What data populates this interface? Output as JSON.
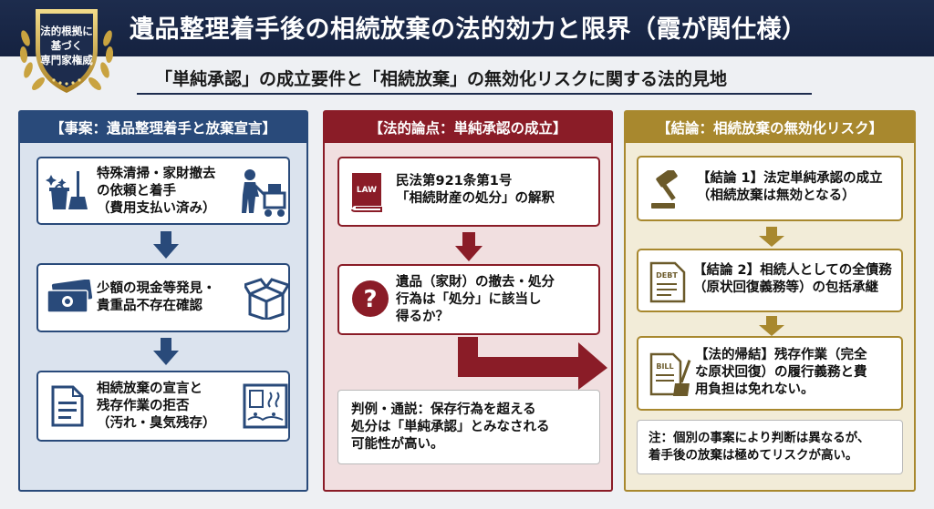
{
  "header": {
    "title": "遺品整理着手後の相続放棄の法的効力と限界（霞が関仕様）",
    "emblem_lines": [
      "法的根拠に",
      "基づく",
      "専門家権威"
    ]
  },
  "subtitle": "「単純承認」の成立要件と「相続放棄」の無効化リスクに関する法的見地",
  "colors": {
    "navy": "#1d2c4d",
    "blue": "#294a7a",
    "red": "#8a1c27",
    "gold": "#a8882e"
  },
  "panels": {
    "case": {
      "title": "【事案：遺品整理着手と放棄宣言】",
      "cards": [
        {
          "lines": [
            "特殊清掃・家財撤去",
            "の依頼と着手",
            "（費用支払い済み）"
          ],
          "icons": [
            "cleaning-tools-icon",
            "worker-cart-icon"
          ]
        },
        {
          "lines": [
            "少額の現金等発見・",
            "貴重品不存在確認"
          ],
          "icons": [
            "cash-icon",
            "open-box-icon"
          ]
        },
        {
          "lines": [
            "相続放棄の宣言と",
            "残存作業の拒否",
            "（汚れ・臭気残存）"
          ],
          "icons": [
            "document-icon",
            "dirty-room-icon"
          ]
        }
      ]
    },
    "issue": {
      "title": "【法的論点：単純承認の成立】",
      "cards": [
        {
          "lines": [
            "民法第921条第1号",
            "「相続財産の処分」の解釈"
          ],
          "icon": "law-book-icon",
          "icon_label": "LAW"
        },
        {
          "lines": [
            "遺品（家財）の撤去・処分",
            "行為は「処分」に該当し",
            "得るか？"
          ],
          "icon": "question-icon",
          "icon_label": "?"
        }
      ],
      "note_lines": [
        "判例・通説：保存行為を超える",
        "処分は「単純承認」とみなされる",
        "可能性が高い。"
      ]
    },
    "conclusion": {
      "title": "【結論：相続放棄の無効化リスク】",
      "cards": [
        {
          "lines": [
            "【結論 1】法定単純承認の成立",
            "（相続放棄は無効となる）"
          ],
          "icon": "gavel-icon"
        },
        {
          "lines": [
            "【結論 2】相続人としての全債務",
            "（原状回復義務等）の包括承継"
          ],
          "icon": "debt-document-icon",
          "icon_label": "DEBT"
        },
        {
          "lines": [
            "【法的帰結】残存作業（完全",
            "な原状回復）の履行義務と費",
            "用負担は免れない。"
          ],
          "icon": "bill-broom-icon",
          "icon_label": "BILL"
        }
      ],
      "note_lines": [
        "注：個別の事案により判断は異なるが、",
        "着手後の放棄は極めてリスクが高い。"
      ]
    }
  }
}
